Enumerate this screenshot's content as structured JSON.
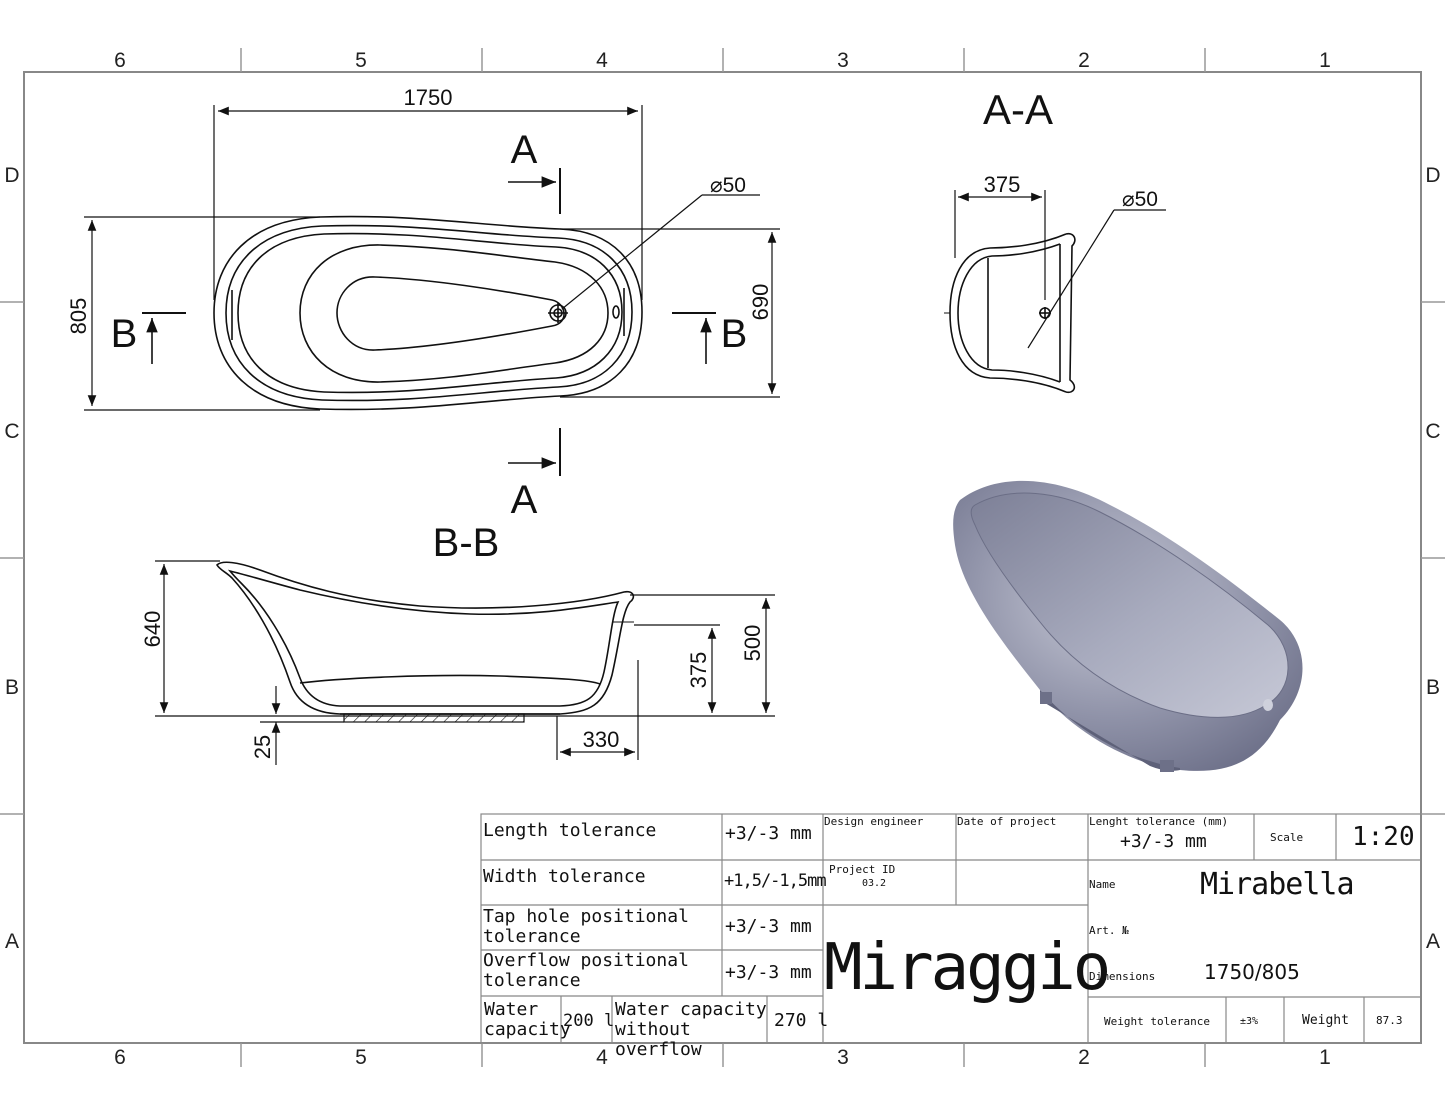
{
  "frame": {
    "columns": [
      "6",
      "5",
      "4",
      "3",
      "2",
      "1"
    ],
    "rows": [
      "D",
      "C",
      "B",
      "A"
    ]
  },
  "plan_view": {
    "length_label": "1750",
    "width_outer_label": "805",
    "width_inner_label": "690",
    "drain_label": "⌀50",
    "section_a_top": "A",
    "section_a_bottom": "A",
    "section_b_left": "B",
    "section_b_right": "B"
  },
  "section_aa": {
    "title": "A-A",
    "width_label": "375",
    "drain_label": "⌀50"
  },
  "section_bb": {
    "title": "B-B",
    "height_label": "640",
    "height_right_label": "500",
    "depth_label": "375",
    "base_label": "25",
    "offset_label": "330"
  },
  "title_block": {
    "tolerances": [
      {
        "label": "Length tolerance",
        "value": "+3/-3 mm"
      },
      {
        "label": "Width tolerance",
        "value": "+1,5/-1,5mm"
      },
      {
        "label": "Tap hole positional tolerance",
        "value": "+3/-3 mm"
      },
      {
        "label": "Overflow positional tolerance",
        "value": "+3/-3 mm"
      }
    ],
    "water_capacity_label": "Water capacity",
    "water_capacity_value": "200 l",
    "water_capacity_no_overflow_label": "Water capacity without overflow",
    "water_capacity_no_overflow_value": "270 l",
    "design_engineer_label": "Design engineer",
    "date_of_project_label": "Date of project",
    "project_id_label": "Project ID",
    "project_id_value": "03.2",
    "brand": "Miraggio",
    "length_tolerance_mm_label": "Lenght tolerance (mm)",
    "length_tolerance_mm_value": "+3/-3 mm",
    "scale_label": "Scale",
    "scale_value": "1:20",
    "name_label": "Name",
    "name_value": "Mirabella",
    "art_label": "Art. №",
    "dimensions_label": "Dimensions",
    "dimensions_value": "1750/805",
    "weight_tolerance_label": "Weight tolerance",
    "weight_tolerance_value": "±3%",
    "weight_label": "Weight",
    "weight_value": "87.3"
  }
}
